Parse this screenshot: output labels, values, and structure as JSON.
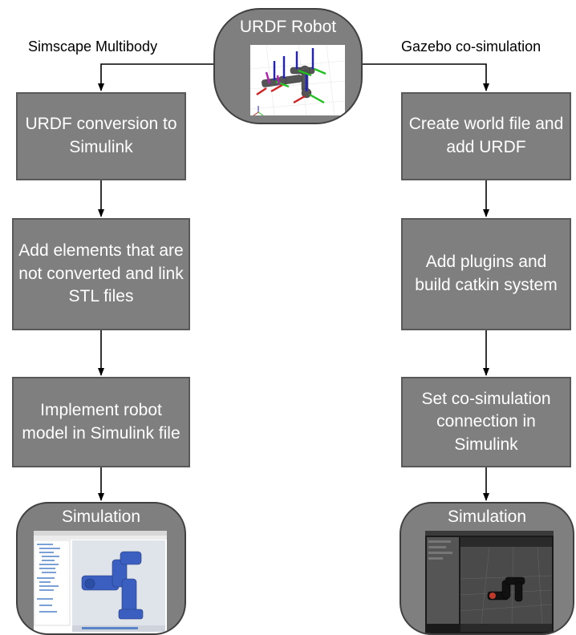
{
  "top_node": {
    "title": "URDF Robot",
    "image": "urdf-robot-render"
  },
  "branch_labels": {
    "left": "Simscape Multibody",
    "right": "Gazebo co-simulation"
  },
  "left_steps": [
    "URDF conversion to Simulink",
    "Add elements that are not converted and link STL files",
    "Implement robot model in Simulink file"
  ],
  "right_steps": [
    "Create world file and add URDF",
    "Add plugins and build catkin system",
    "Set co-simulation connection in Simulink"
  ],
  "left_result": {
    "title": "Simulation",
    "image": "simscape-simulation-screenshot"
  },
  "right_result": {
    "title": "Simulation",
    "image": "gazebo-simulation-screenshot"
  },
  "colors": {
    "box_fill": "#7f7f7f",
    "box_text": "#ffffff",
    "arrow": "#000000"
  }
}
